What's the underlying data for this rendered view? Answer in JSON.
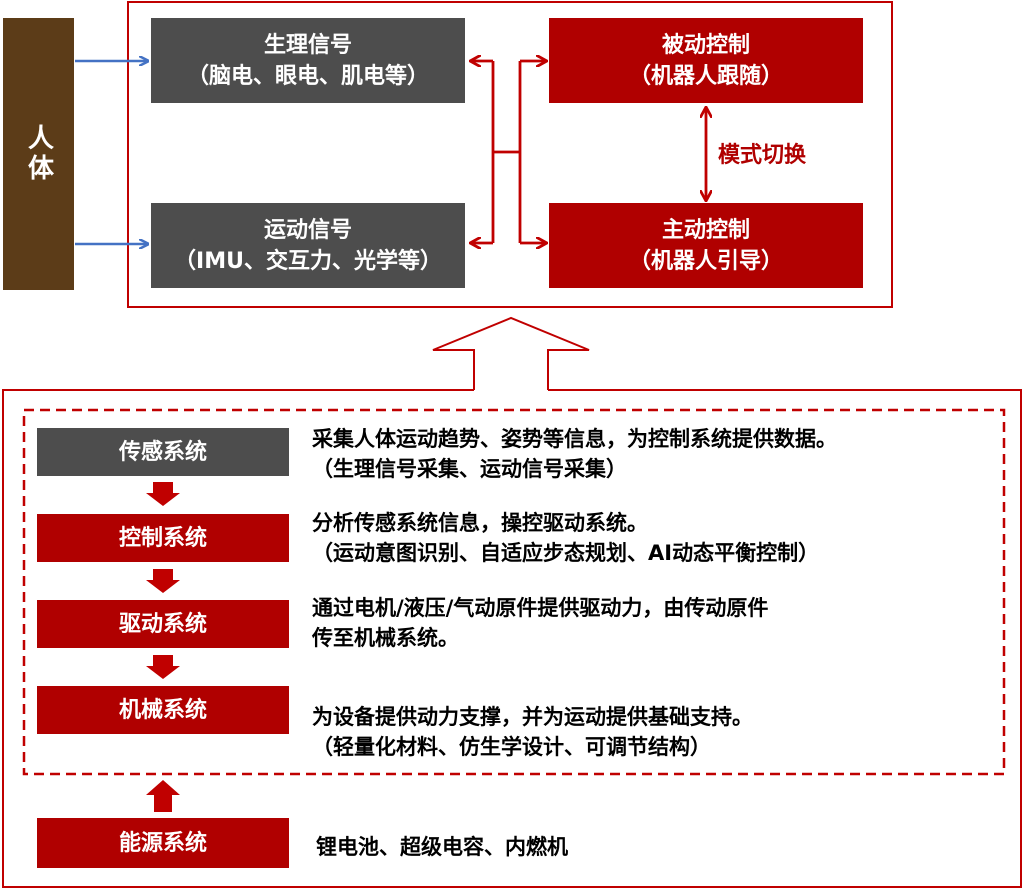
{
  "top": {
    "human": "人体",
    "physio_title": "生理信号",
    "physio_sub": "（脑电、眼电、肌电等）",
    "motion_title": "运动信号",
    "motion_sub": "（IMU、交互力、光学等）",
    "passive_title": "被动控制",
    "passive_sub": "（机器人跟随）",
    "active_title": "主动控制",
    "active_sub": "（机器人引导）",
    "mode_switch": "模式切换"
  },
  "systems": [
    {
      "name": "传感系统",
      "color": "gray",
      "line1": "采集人体运动趋势、姿势等信息，为控制系统提供数据。",
      "line2": "（生理信号采集、运动信号采集）"
    },
    {
      "name": "控制系统",
      "color": "red",
      "line1": "分析传感系统信息，操控驱动系统。",
      "line2": "（运动意图识别、自适应步态规划、AI动态平衡控制）"
    },
    {
      "name": "驱动系统",
      "color": "red",
      "line1": "通过电机/液压/气动原件提供驱动力，由传动原件",
      "line2": "传至机械系统。"
    },
    {
      "name": "机械系统",
      "color": "red",
      "line1": "为设备提供动力支撑，并为运动提供基础支持。",
      "line2": "（轻量化材料、仿生学设计、可调节结构）"
    }
  ],
  "energy": {
    "name": "能源系统",
    "desc": "锂电池、超级电容、内燃机"
  },
  "colors": {
    "dark_red": "#b00000",
    "gray": "#4d4d4d",
    "brown": "#5c3c18",
    "blue_arrow": "#4472c4"
  }
}
